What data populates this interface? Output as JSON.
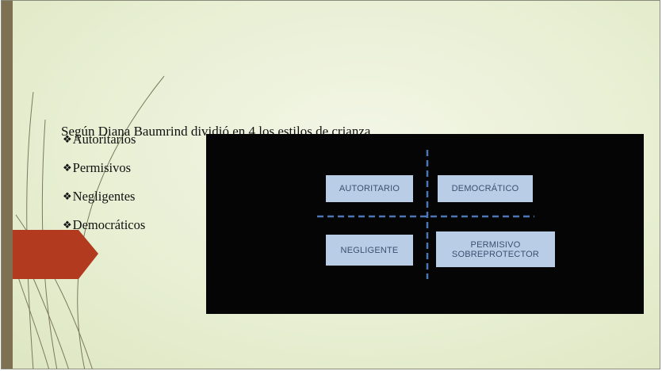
{
  "slide": {
    "heading": "Según Diana Baumrind dividió en 4 los estilos de crianza",
    "bullet_marker": "❖",
    "bullets": [
      "Autoritarios",
      "Permisivos",
      "Negligentes",
      "Democráticos"
    ]
  },
  "figure": {
    "quadrants": {
      "top_left": "AUTORITARIO",
      "top_right": "DEMOCRÁTICO",
      "bottom_left": "NEGLIGENTE",
      "bottom_right_line1": "PERMISIVO",
      "bottom_right_line2": "SOBREPROTECTOR"
    }
  },
  "colors": {
    "accent_red": "#b23a1e",
    "left_bar": "#7d7152",
    "box_fill": "#b9cde6",
    "box_text": "#3c4f70",
    "axis_dash": "#4d76b8"
  }
}
